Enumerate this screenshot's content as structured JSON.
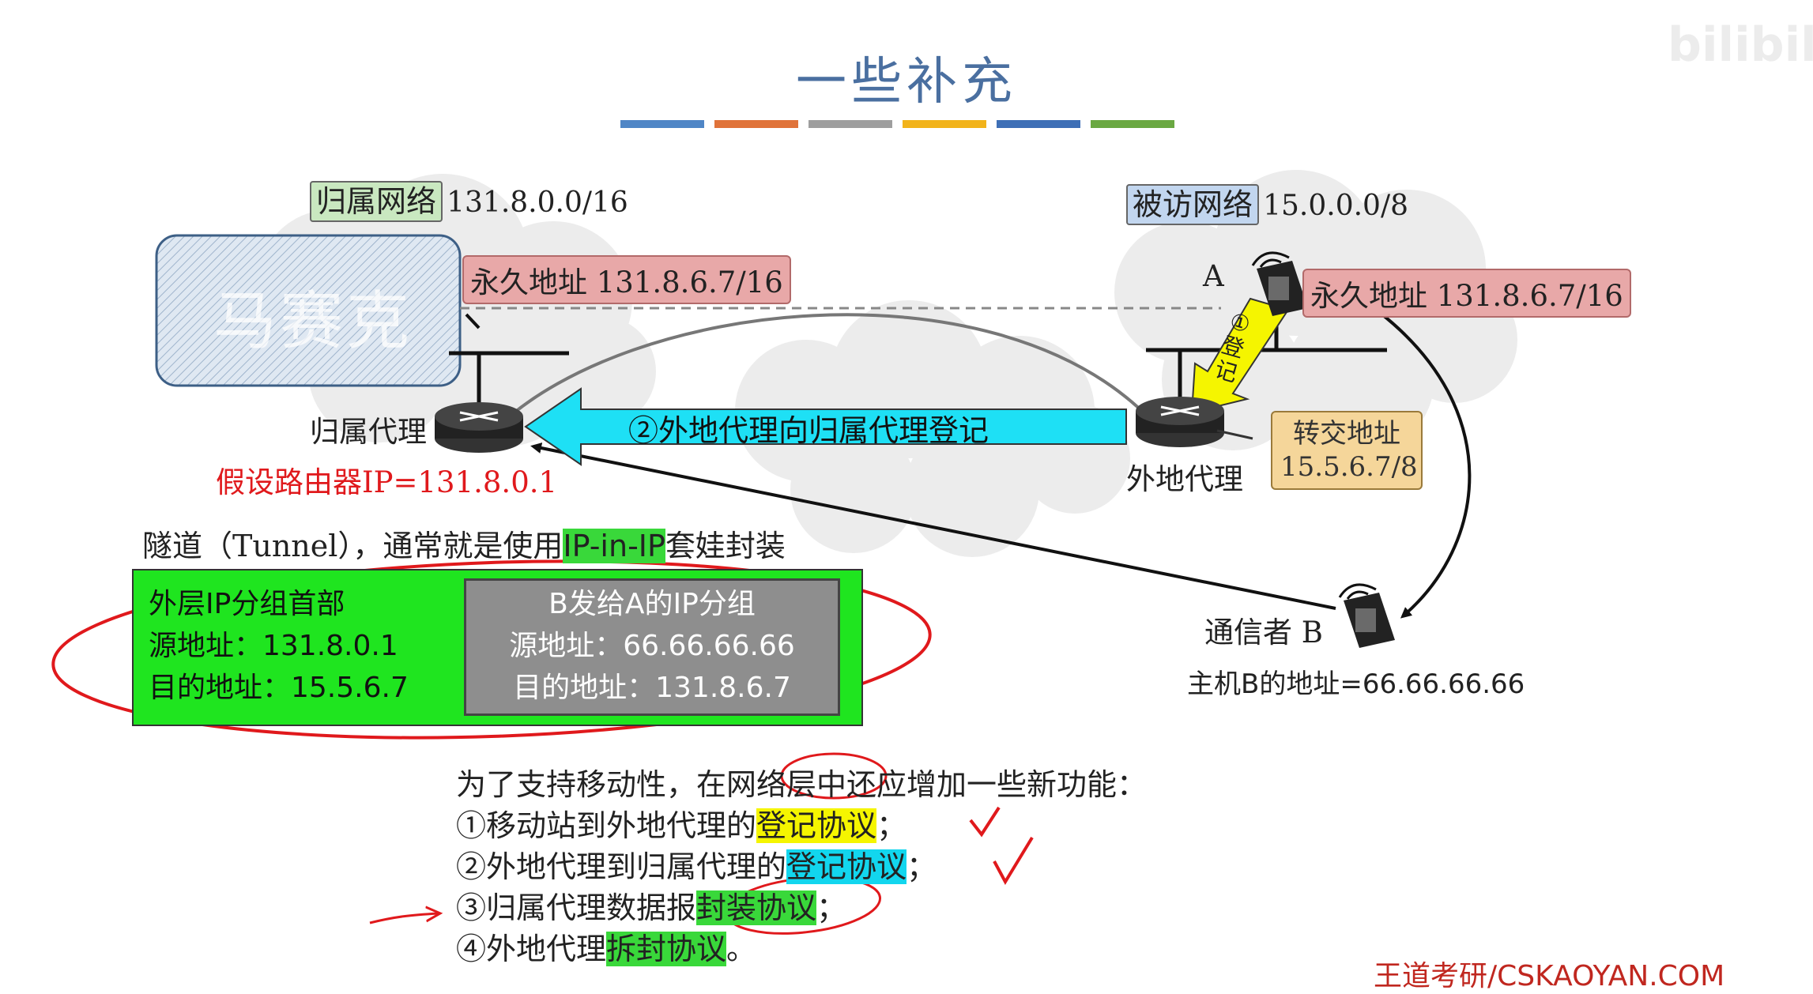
{
  "title": "一些补充",
  "colors": {
    "bars": [
      "#4f86c6",
      "#e0733a",
      "#9e9e9e",
      "#f2b31a",
      "#3e6fb6",
      "#6aa842"
    ],
    "arrow_fill": "#1ee0f5",
    "outer_packet": "#1fe51f",
    "inner_packet": "#8e8e8e",
    "annotation_red": "#e0191c"
  },
  "home_network": {
    "tag": "归属网络",
    "cidr": "131.8.0.0/16"
  },
  "visited_network": {
    "tag": "被访网络",
    "cidr": "15.0.0.0/8"
  },
  "mosaic_label": "马赛克",
  "home_perm_address": "永久地址 131.8.6.7/16",
  "mobile_perm_address": "永久地址 131.8.6.7/16",
  "mobile_label": "A",
  "register_step1": {
    "num": "①",
    "text": "登记"
  },
  "home_agent_label": "归属代理",
  "foreign_agent_label": "外地代理",
  "care_of": {
    "line1": "转交地址",
    "line2": "15.5.6.7/8"
  },
  "step2_arrow": "②外地代理向归属代理登记",
  "router_ip_note": "假设路由器IP=131.8.0.1",
  "correspondent_label": "通信者 B",
  "host_b_address": "主机B的地址=66.66.66.66",
  "tunnel_line": {
    "pre": "隧道（Tunnel），通常就是使用",
    "highlight": "IP-in-IP",
    "post": "套娃封装"
  },
  "outer_packet": {
    "heading": "外层IP分组首部",
    "src": "源地址：131.8.0.1",
    "dst": "目的地址：15.5.6.7"
  },
  "inner_packet": {
    "heading": "B发给A的IP分组",
    "src": "源地址：66.66.66.66",
    "dst": "目的地址：131.8.6.7"
  },
  "functions": {
    "intro": "为了支持移动性，在网络层中还应增加一些新功能：",
    "items": [
      {
        "pre": "①移动站到外地代理的",
        "hl": "登记协议",
        "post": "；"
      },
      {
        "pre": "②外地代理到归属代理的",
        "hl": "登记协议",
        "post": "；"
      },
      {
        "pre": "③归属代理数据报",
        "hl": "封装协议",
        "post": "；"
      },
      {
        "pre": "④外地代理",
        "hl": "拆封协议",
        "post": "。"
      }
    ]
  },
  "footer_brand": "王道考研/CSKAOYAN.COM",
  "logo_text": "bilibili"
}
